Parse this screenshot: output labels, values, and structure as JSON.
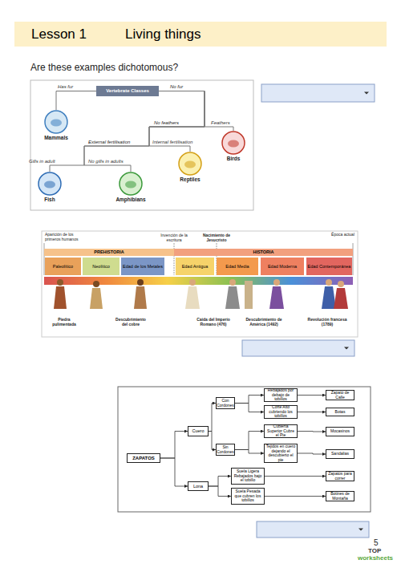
{
  "diagram": {
    "nodes": [
      {
        "text": [
          "Lesson 1",
          "Living things"
        ]
      },
      {
        "text": [
          "Vertebrate Classes"
        ]
      },
      {
        "text": [
          "Mammals"
        ]
      },
      {
        "text": [
          "Birds"
        ]
      },
      {
        "text": [
          "Reptiles"
        ]
      },
      {
        "text": [
          "Fish"
        ]
      },
      {
        "text": [
          "Amphibians"
        ]
      },
      {
        "text": [
          "PREHISTORIA"
        ]
      },
      {
        "text": [
          "HISTORIA"
        ]
      },
      {
        "text": [
          "Paleolítico"
        ]
      },
      {
        "text": [
          "Neolítico"
        ]
      },
      {
        "text": [
          "Edad de los Metales"
        ]
      },
      {
        "text": [
          "Edad Antigua"
        ]
      },
      {
        "text": [
          "Edad Media"
        ]
      },
      {
        "text": [
          "Edad Moderna"
        ]
      },
      {
        "text": [
          "Edad Contemporánea"
        ]
      },
      {
        "text": [
          "ZAPATOS"
        ]
      },
      {
        "text": [
          "Cuero"
        ]
      },
      {
        "text": [
          "Lona"
        ]
      },
      {
        "text": [
          "Con Cordones"
        ]
      },
      {
        "text": [
          "Sin Cordones"
        ]
      },
      {
        "text": [
          "Rebajados por debajo de tobillos"
        ]
      },
      {
        "text": [
          "Corte Alto cubriendo los tobillos"
        ]
      },
      {
        "text": [
          "Cubierta Superior Cubre el Pie"
        ]
      },
      {
        "text": [
          "Tejidos en cuero dejando el descubierto el pie"
        ]
      },
      {
        "text": [
          "Suela Ligera Rebajados bajo el tobillo"
        ]
      },
      {
        "text": [
          "Suela Pesada que cubren los tobillos"
        ]
      },
      {
        "text": [
          "Zapato de Calle"
        ]
      },
      {
        "text": [
          "Botas"
        ]
      },
      {
        "text": [
          "Mocasinos"
        ]
      },
      {
        "text": [
          "Sandalias"
        ]
      },
      {
        "text": [
          "Zapatos para correr"
        ]
      },
      {
        "text": [
          "Botines de Montaña"
        ]
      }
    ],
    "edges": [
      {
        "from": 1,
        "to": 2,
        "arrow": "none",
        "label": "Has fur"
      },
      {
        "from": 1,
        "to": 3,
        "arrow": "none",
        "label": "Feathers"
      },
      {
        "from": 1,
        "to": 4,
        "arrow": "none",
        "label": "Internal fertilisation"
      },
      {
        "from": 1,
        "to": 5,
        "arrow": "none",
        "label": "Gills in adult"
      },
      {
        "from": 1,
        "to": 6,
        "arrow": "none",
        "label": "No gills in adults"
      },
      {
        "from": 16,
        "to": 17,
        "arrow": "to"
      },
      {
        "from": 16,
        "to": 18,
        "arrow": "to"
      },
      {
        "from": 17,
        "to": 19,
        "arrow": "to"
      },
      {
        "from": 17,
        "to": 20,
        "arrow": "to"
      },
      {
        "from": 19,
        "to": 21,
        "arrow": "to"
      },
      {
        "from": 19,
        "to": 22,
        "arrow": "to"
      },
      {
        "from": 20,
        "to": 23,
        "arrow": "to"
      },
      {
        "from": 20,
        "to": 24,
        "arrow": "to"
      },
      {
        "from": 18,
        "to": 25,
        "arrow": "to"
      },
      {
        "from": 18,
        "to": 26,
        "arrow": "to"
      },
      {
        "from": 21,
        "to": 27,
        "arrow": "to"
      },
      {
        "from": 22,
        "to": 28,
        "arrow": "to"
      },
      {
        "from": 23,
        "to": 29,
        "arrow": "to"
      },
      {
        "from": 24,
        "to": 30,
        "arrow": "to"
      },
      {
        "from": 25,
        "to": 31,
        "arrow": "to"
      },
      {
        "from": 26,
        "to": 32,
        "arrow": "to"
      }
    ],
    "labels": [
      "Are these examples dichotomous?",
      "No fur",
      "No feathers",
      "External fertilisation",
      "Aparición de los primeros humanos",
      "Invención de la escritura",
      "Nacimiento de Jesucristo",
      "Época actual",
      "Piedra pulimentada",
      "Descubrimiento del cobre",
      "Caída del Imperio Romano (476)",
      "Descubrimiento de América (1492)",
      "Revolución francesa (1789)",
      "5",
      "TOP",
      "worksheets"
    ]
  }
}
